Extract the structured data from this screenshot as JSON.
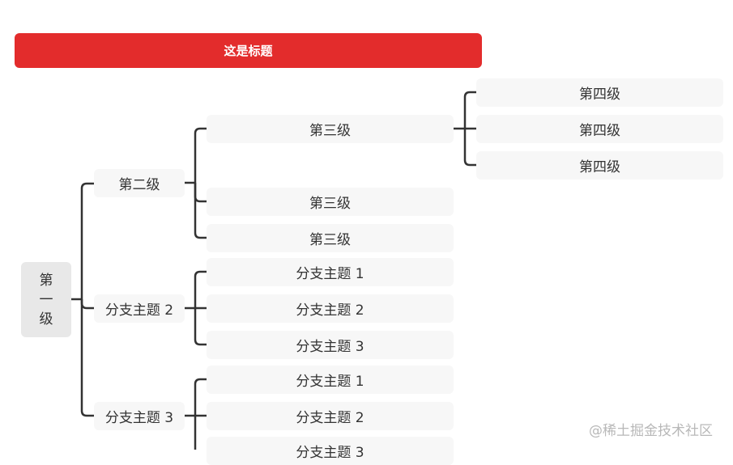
{
  "title": "这是标题",
  "root": {
    "chars": [
      "第",
      "一",
      "级"
    ]
  },
  "level2": [
    {
      "label": "第二级",
      "children": [
        "第三级",
        "第三级",
        "第三级"
      ]
    },
    {
      "label": "分支主题 2",
      "children": [
        "分支主题 1",
        "分支主题 2",
        "分支主题 3"
      ]
    },
    {
      "label": "分支主题 3",
      "children": [
        "分支主题 1",
        "分支主题 2",
        "分支主题 3"
      ]
    }
  ],
  "level4": [
    "第四级",
    "第四级",
    "第四级"
  ],
  "watermark": "@稀土掘金技术社区",
  "colors": {
    "title_bg": "#e32c2c",
    "node_bg": "#f7f7f7",
    "root_bg": "#e8e8e8",
    "line": "#333333"
  }
}
